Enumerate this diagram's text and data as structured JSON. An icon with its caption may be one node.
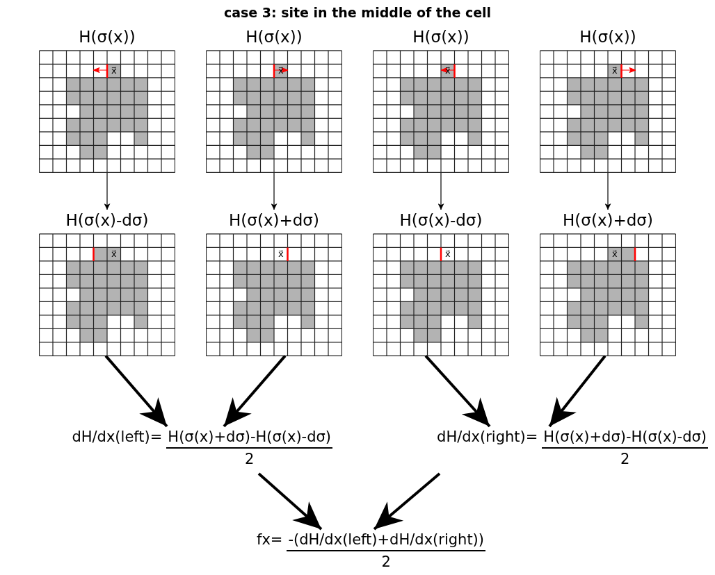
{
  "diagram": {
    "title": "case 3: site in the middle of the cell",
    "nodes": [
      {
        "text": [
          "H(σ(x))",
          "x⃗"
        ]
      },
      {
        "text": [
          "H(σ(x))",
          "x⃗"
        ]
      },
      {
        "text": [
          "H(σ(x))",
          "x⃗"
        ]
      },
      {
        "text": [
          "H(σ(x))",
          "x⃗"
        ]
      },
      {
        "text": [
          "H(σ(x)-dσ)",
          "x⃗"
        ]
      },
      {
        "text": [
          "H(σ(x)+dσ)",
          "x⃗"
        ]
      },
      {
        "text": [
          "H(σ(x)-dσ)",
          "x⃗"
        ]
      },
      {
        "text": [
          "H(σ(x)+dσ)",
          "x⃗"
        ]
      },
      {
        "text": [
          "dH/dx(left)=",
          "H(σ(x)+dσ)-H(σ(x)-dσ)",
          "2"
        ]
      },
      {
        "text": [
          "dH/dx(right)=",
          "H(σ(x)+dσ)-H(σ(x)-dσ)",
          "2"
        ]
      },
      {
        "text": [
          "fx=",
          "-(dH/dx(left)+dH/dx(right))",
          "2"
        ]
      }
    ],
    "edges": [
      {
        "from": 0,
        "to": 4,
        "arrow": "to"
      },
      {
        "from": 1,
        "to": 5,
        "arrow": "to"
      },
      {
        "from": 2,
        "to": 6,
        "arrow": "to"
      },
      {
        "from": 3,
        "to": 7,
        "arrow": "to"
      },
      {
        "from": 4,
        "to": 8,
        "arrow": "to"
      },
      {
        "from": 5,
        "to": 8,
        "arrow": "to"
      },
      {
        "from": 6,
        "to": 9,
        "arrow": "to"
      },
      {
        "from": 7,
        "to": 9,
        "arrow": "to"
      },
      {
        "from": 8,
        "to": 10,
        "arrow": "to"
      },
      {
        "from": 9,
        "to": 10,
        "arrow": "to"
      }
    ]
  }
}
